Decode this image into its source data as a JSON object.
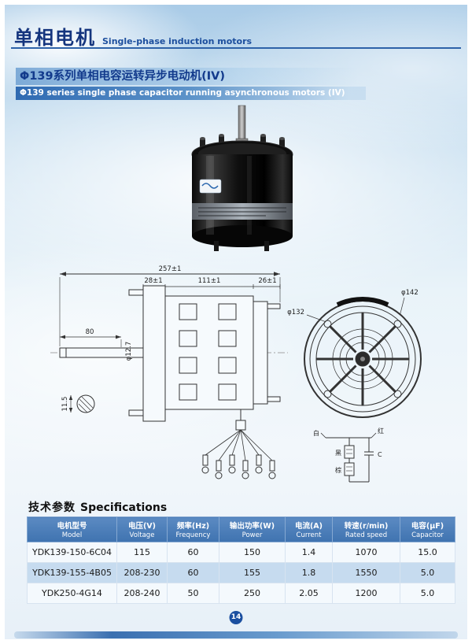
{
  "header": {
    "title_cn": "单相电机",
    "title_en": "Single-phase induction motors"
  },
  "series": {
    "title_cn": "Φ139系列单相电容运转异步电动机(IV)",
    "title_en": "Φ139 series single phase capacitor running asynchronous motors (IV)"
  },
  "specs": {
    "heading_cn": "技术参数",
    "heading_en": "Specifications"
  },
  "drawing": {
    "dim_total": "257±1",
    "dim_left": "28±1",
    "dim_mid": "111±1",
    "dim_right": "26±1",
    "dim_shaft_len": "80",
    "dim_shaft_dia": "φ12.7",
    "dim_key": "11.5",
    "dia_inner": "φ132",
    "dia_outer": "φ142",
    "wires": {
      "white": "白",
      "red": "红",
      "black": "黑",
      "brown": "棕",
      "capacitor": "C"
    }
  },
  "table": {
    "headers": [
      {
        "cn": "电机型号",
        "en": "Model"
      },
      {
        "cn": "电压(V)",
        "en": "Voltage"
      },
      {
        "cn": "频率(Hz)",
        "en": "Frequency"
      },
      {
        "cn": "输出功率(W)",
        "en": "Power"
      },
      {
        "cn": "电流(A)",
        "en": "Current"
      },
      {
        "cn": "转速(r/min)",
        "en": "Rated speed"
      },
      {
        "cn": "电容(μF)",
        "en": "Capacitor"
      }
    ],
    "rows": [
      [
        "YDK139-150-6C04",
        "115",
        "60",
        "150",
        "1.4",
        "1070",
        "15.0"
      ],
      [
        "YDK139-155-4B05",
        "208-230",
        "60",
        "155",
        "1.8",
        "1550",
        "5.0"
      ],
      [
        "YDK250-4G14",
        "208-240",
        "50",
        "250",
        "2.05",
        "1200",
        "5.0"
      ]
    ]
  },
  "footer": {
    "page_number": "14"
  },
  "colors": {
    "header_navy": "#15357e",
    "accent_blue": "#2e62a8",
    "table_header_blue": "#4579b8"
  }
}
